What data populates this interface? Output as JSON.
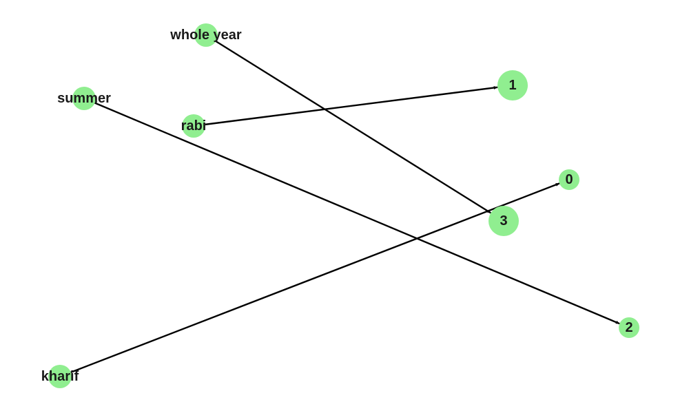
{
  "graph": {
    "node_color": "#90ee90",
    "edge_color": "#000000",
    "label_color": "#1a1a1a",
    "nodes": [
      {
        "id": "whole_year",
        "label": "whole year"
      },
      {
        "id": "summer",
        "label": "summer"
      },
      {
        "id": "rabi",
        "label": "rabi"
      },
      {
        "id": "kharif",
        "label": "kharif"
      },
      {
        "id": "n1",
        "label": "1"
      },
      {
        "id": "n0",
        "label": "0"
      },
      {
        "id": "n3",
        "label": "3"
      },
      {
        "id": "n2",
        "label": "2"
      }
    ],
    "edges": [
      {
        "source": "whole_year",
        "target": "n3"
      },
      {
        "source": "rabi",
        "target": "n1"
      },
      {
        "source": "summer",
        "target": "n2"
      },
      {
        "source": "kharif",
        "target": "n0"
      }
    ]
  }
}
